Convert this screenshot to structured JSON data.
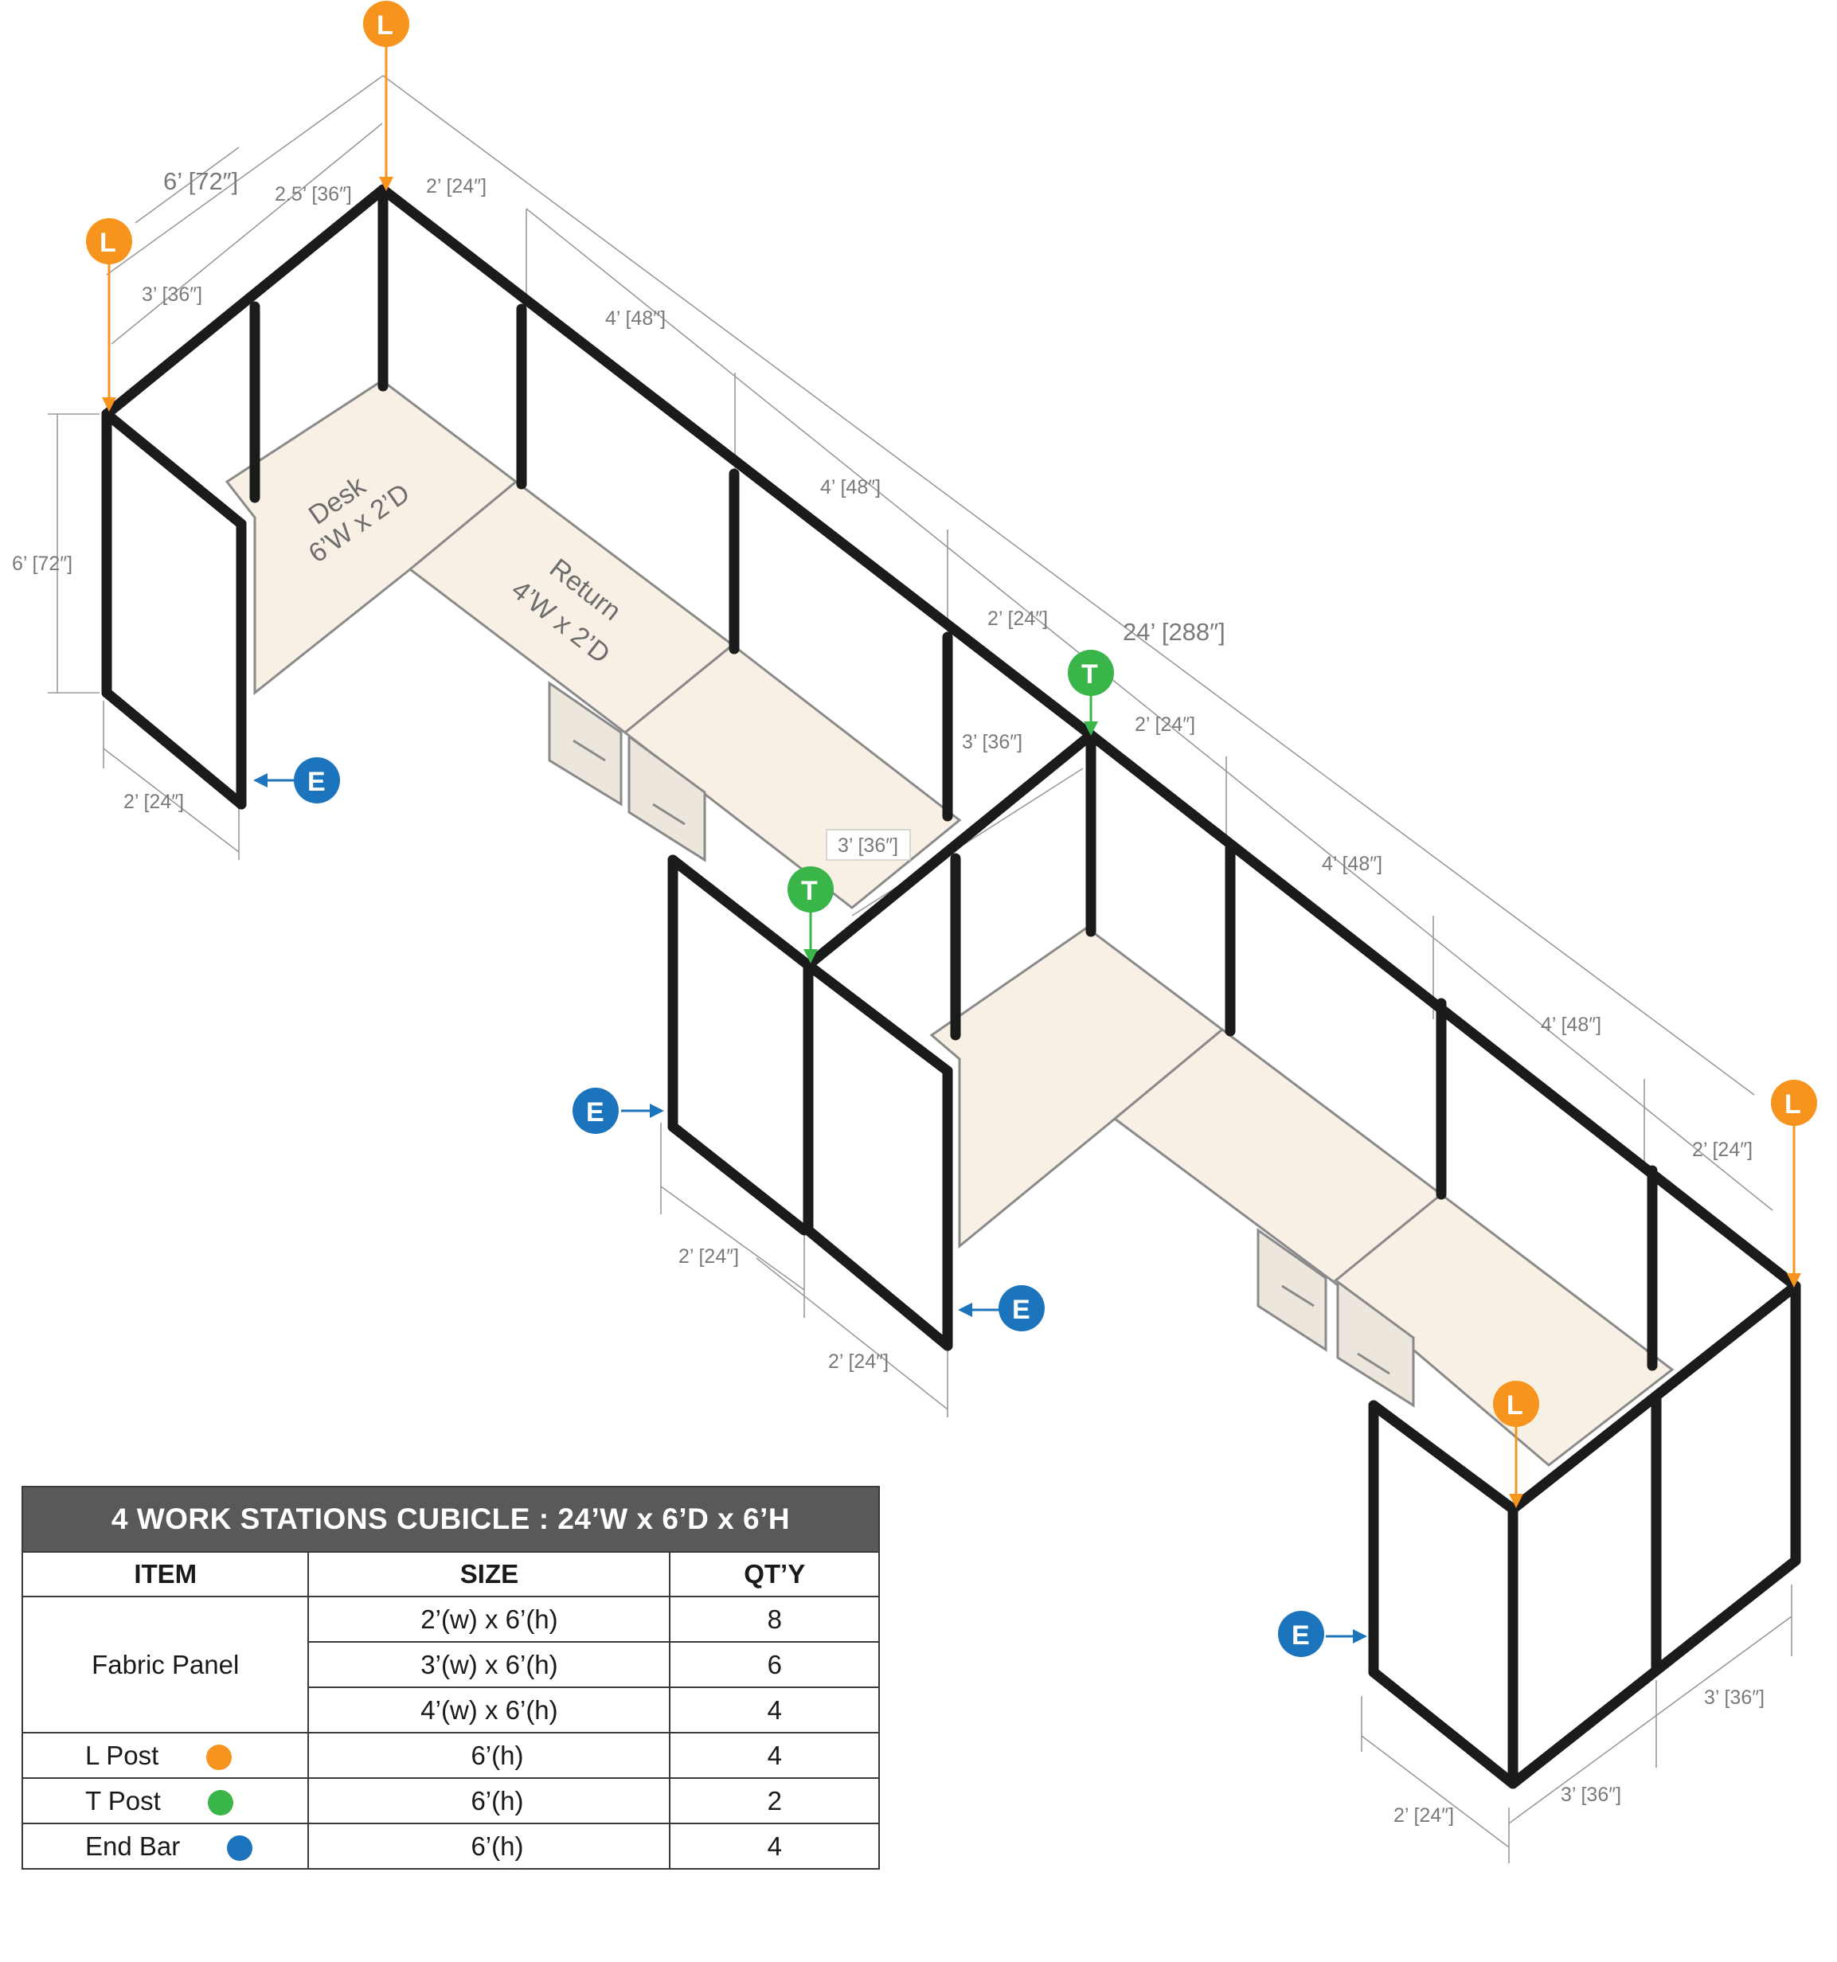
{
  "dimensions": {
    "overall_depth": "6’ [72″]",
    "desk_depth_a": "2.5’ [36″]",
    "top_2ft": "2’ [24″]",
    "upper_3ft": "3’ [36″]",
    "run_4ft_a": "4’ [48″]",
    "run_4ft_b": "4’ [48″]",
    "run_2ft_a": "2’ [24″]",
    "overall_length": "24’ [288″]",
    "run_2ft_b": "2’ [24″]",
    "mid_3ft": "3’ [36″]",
    "mid_3ft_boxed": "3’ [36″]",
    "height": "6’ [72″]",
    "left_base_2ft": "2’ [24″]",
    "run_4ft_c": "4’ [48″]",
    "run_4ft_d": "4’ [48″]",
    "run_2ft_c": "2’ [24″]",
    "mid_base_2ft_a": "2’ [24″]",
    "mid_base_2ft_b": "2’ [24″]",
    "right_3ft_a": "3’ [36″]",
    "right_3ft_b": "3’ [36″]",
    "right_base_2ft": "2’ [24″]"
  },
  "labels": {
    "desk_line1": "Desk",
    "desk_line2": "6’W x 2’D",
    "return_line1": "Return",
    "return_line2": "4’W x 2’D"
  },
  "markers": {
    "l_post": "L",
    "t_post": "T",
    "end_bar": "E"
  },
  "colors": {
    "l_post": "#f7941d",
    "t_post": "#39b54a",
    "end_bar": "#1c75bc",
    "desk_surface": "#f8f0e5",
    "table_header": "#58595b"
  },
  "table": {
    "title": "4  WORK STATIONS  CUBICLE  : 24’W x 6’D x 6’H",
    "headers": {
      "item": "ITEM",
      "size": "SIZE",
      "qty": "QT’Y"
    },
    "fabric_panel": {
      "item": "Fabric Panel",
      "rows": [
        {
          "size": "2’(w) x 6’(h)",
          "qty": "8"
        },
        {
          "size": "3’(w) x 6’(h)",
          "qty": "6"
        },
        {
          "size": "4’(w) x 6’(h)",
          "qty": "4"
        }
      ]
    },
    "l_post": {
      "item": "L Post",
      "size": "6’(h)",
      "qty": "4"
    },
    "t_post": {
      "item": "T Post",
      "size": "6’(h)",
      "qty": "2"
    },
    "end_bar": {
      "item": "End  Bar",
      "size": "6’(h)",
      "qty": "4"
    }
  }
}
